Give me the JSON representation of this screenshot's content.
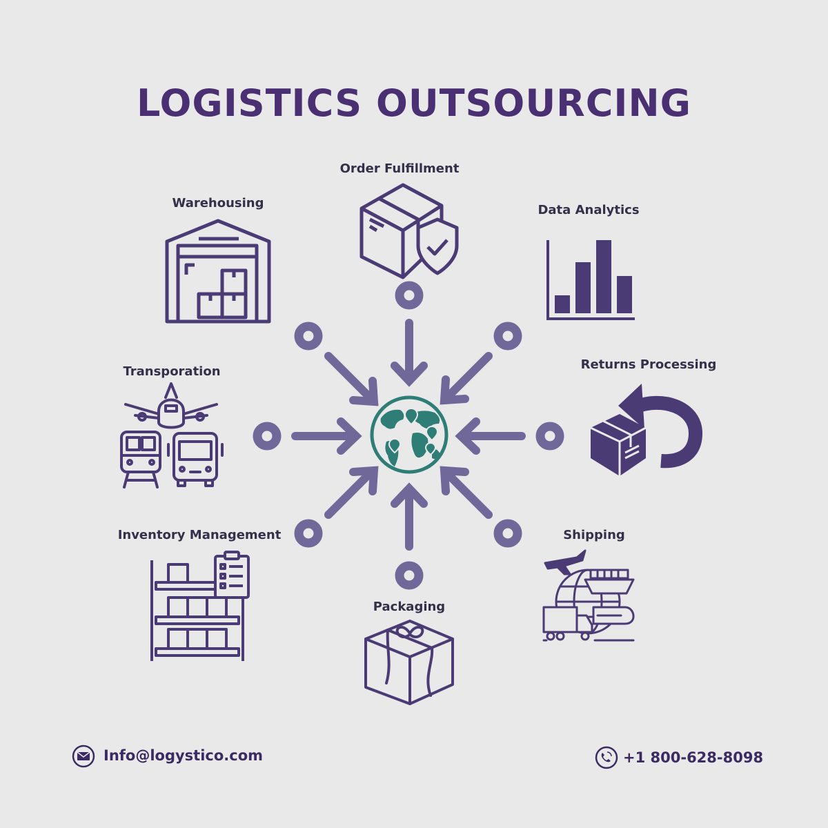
{
  "title": "LOGISTICS OUTSOURCING",
  "nodes": {
    "order_fulfillment": "Order Fulfillment",
    "warehousing": "Warehousing",
    "data_analytics": "Data Analytics",
    "transportation": "Transporation",
    "returns_processing": "Returns Processing",
    "inventory_management": "Inventory Management",
    "shipping": "Shipping",
    "packaging": "Packaging"
  },
  "footer": {
    "email": "Info@logystico.com",
    "email_icon": "envelope-icon",
    "phone": "+1 800-628-8098",
    "phone_icon": "phone-icon"
  },
  "colors": {
    "title": "#4a2f73",
    "icon_stroke": "#4b3b75",
    "arrow": "#6f6899",
    "globe": "#2e7d76",
    "background": "#e9e9e9"
  }
}
